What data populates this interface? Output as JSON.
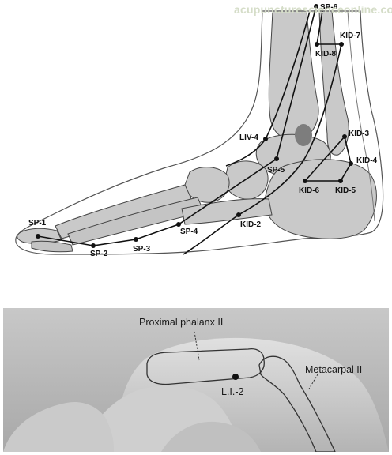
{
  "watermark": "acupuncturescienceonline.com",
  "foot_points": [
    {
      "id": "sp6",
      "label": "SP-6"
    },
    {
      "id": "kid7",
      "label": "KID-7"
    },
    {
      "id": "kid8",
      "label": "KID-8"
    },
    {
      "id": "liv4",
      "label": "LIV-4"
    },
    {
      "id": "kid3",
      "label": "KID-3"
    },
    {
      "id": "kid4",
      "label": "KID-4"
    },
    {
      "id": "sp5",
      "label": "SP-5"
    },
    {
      "id": "kid6",
      "label": "KID-6"
    },
    {
      "id": "kid5",
      "label": "KID-5"
    },
    {
      "id": "kid2",
      "label": "KID-2"
    },
    {
      "id": "sp4",
      "label": "SP-4"
    },
    {
      "id": "sp1",
      "label": "SP-1"
    },
    {
      "id": "sp2",
      "label": "SP-2"
    },
    {
      "id": "sp3",
      "label": "SP-3"
    }
  ],
  "hand_labels": {
    "proximal_phalanx": "Proximal phalanx II",
    "metacarpal": "Metacarpal II",
    "point": "L.I.-2"
  },
  "colors": {
    "bone": "#c9c9c9",
    "bone_outline": "#444444",
    "skin": "#ffffff",
    "hand_background": "#b9b9b9",
    "hand_skin": "#d8d8d8",
    "channel_line": "#111111",
    "point": "#111111"
  }
}
